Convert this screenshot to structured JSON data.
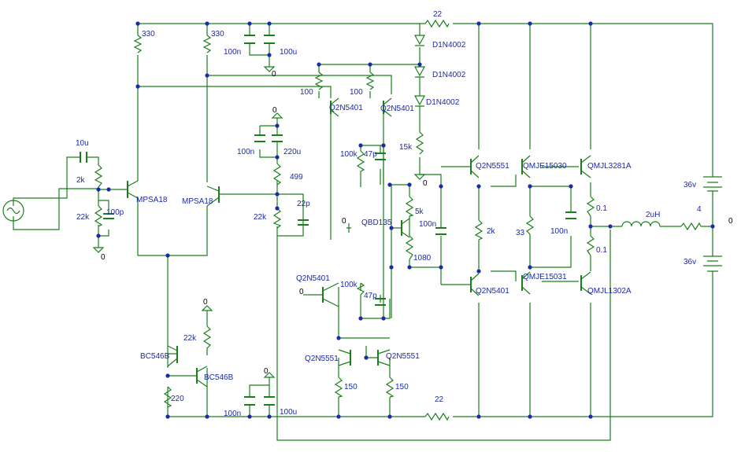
{
  "labels": {
    "r330a": "330",
    "r330b": "330",
    "c100n_top": "100n",
    "c100u_top": "100u",
    "gnd": "0",
    "r22_top": "22",
    "d1": "D1N4002",
    "d2": "D1N4002",
    "d3": "D1N4002",
    "r100a": "100",
    "r100b": "100",
    "q2n5401a": "Q2N5401",
    "q2n5401b": "Q2N5401",
    "r15k": "15k",
    "c10u": "10u",
    "r2k_in": "2k",
    "r22k_in": "22k",
    "c100p": "100p",
    "mpsa18a": "MPSA18",
    "mpsa18b": "MPSA18",
    "c100n_fb": "100n",
    "c220u": "220u",
    "r499": "499",
    "c22p": "22p",
    "r22k_fb": "22k",
    "r100k_a": "100k",
    "c47p_a": "47p",
    "bd135": "QBD135",
    "r5k": "5k",
    "c100n_vbe": "100n",
    "r1080": "1080",
    "q2n5401c": "Q2N5401",
    "r100k_b": "100k",
    "c47p_b": "47p",
    "r22k_cs": "22k",
    "bc546b_a": "BC546B",
    "bc546b_b": "BC546B",
    "r220": "220",
    "c100n_bottom": "100n",
    "c100u_bottom": "100u",
    "q2n5551a": "Q2N5551",
    "q2n5551b": "Q2N5551",
    "r150a": "150",
    "r150b": "150",
    "r22_bottom": "22",
    "q2n5551c": "Q2N5551",
    "r2k": "2k",
    "q2n5401d": "Q2N5401",
    "mje15030": "QMJE15030",
    "r33": "33",
    "c100n_out": "100n",
    "mje15031": "QMJE15031",
    "mjl3281a": "QMJL3281A",
    "r01a": "0.1",
    "r01b": "0.1",
    "mjl1302a": "QMJL1302A",
    "l2uh": "2uH",
    "v36a": "36v",
    "r4": "4",
    "v36b": "36v"
  },
  "colors": {
    "wire": "#1a7f1a",
    "label": "#1b2aa6",
    "junction": "#1b2aa6",
    "ground_label": "#000000",
    "background": "#ffffff"
  },
  "icons": {
    "signal_source": "ac-voltage-source-icon",
    "ground": "ground-triangle-icon"
  }
}
